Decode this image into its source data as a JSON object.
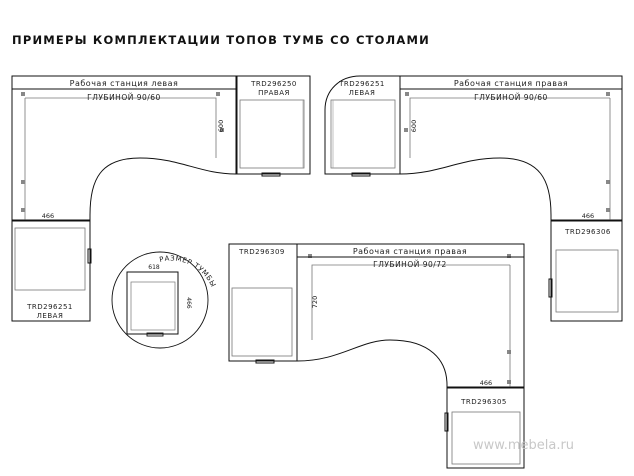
{
  "title": "ПРИМЕРЫ КОМПЛЕКТАЦИИ ТОПОВ ТУМБ СО СТОЛАМИ",
  "watermark": "www.mebela.ru",
  "dim_466": "466",
  "dim_600": "600",
  "dim_618": "618",
  "dim_720": "720",
  "ws_left": {
    "title": "Рабочая станция левая",
    "depth": "ГЛУБИНОЙ 90/60"
  },
  "ws_right": {
    "title": "Рабочая станция правая",
    "depth": "ГЛУБИНОЙ 90/60"
  },
  "ws_right_72": {
    "title": "Рабочая станция правая",
    "depth": "ГЛУБИНОЙ 90/72"
  },
  "ped_250": {
    "code": "TRD296250",
    "side": "ПРАВАЯ"
  },
  "ped_251_top": {
    "code": "TRD296251",
    "side": "ЛЕВАЯ"
  },
  "ped_251_left": {
    "code": "TRD296251",
    "side": "ЛЕВАЯ"
  },
  "ped_306": {
    "code": "TRD296306"
  },
  "ped_309": {
    "code": "TRD296309"
  },
  "ped_305": {
    "code": "TRD296305"
  },
  "pedestal_size_label": "РАЗМЕР ТУМБЫ"
}
